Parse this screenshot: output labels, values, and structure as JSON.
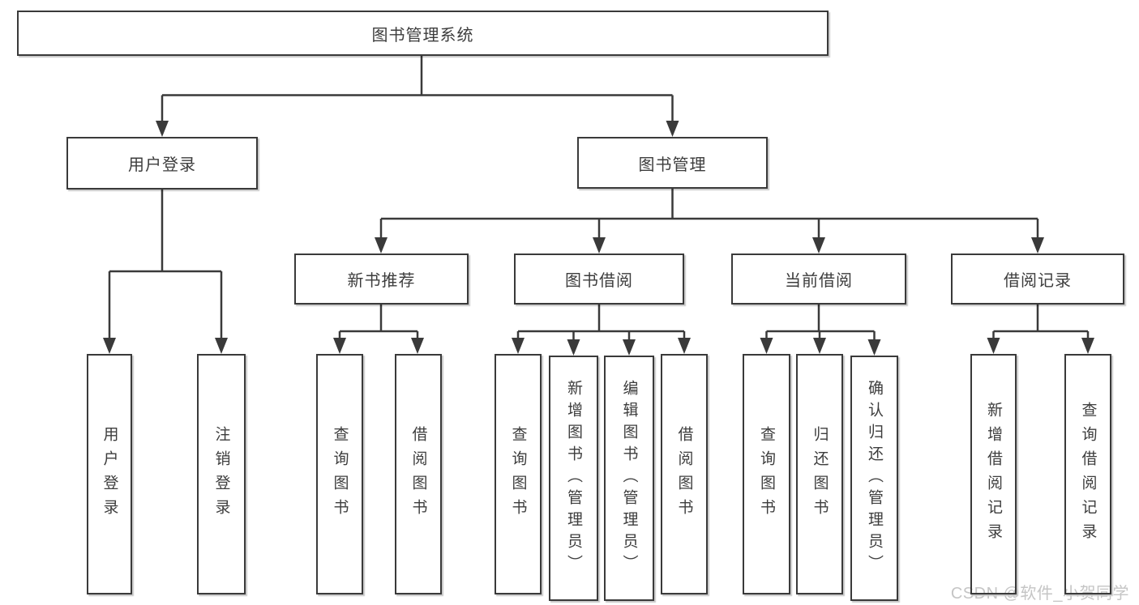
{
  "diagram": {
    "type": "hierarchy",
    "root": {
      "label": "图书管理系统",
      "children": [
        {
          "label": "用户登录",
          "children": [
            {
              "label": "用户登录"
            },
            {
              "label": "注销登录"
            }
          ]
        },
        {
          "label": "图书管理",
          "children": [
            {
              "label": "新书推荐",
              "children": [
                {
                  "label": "查询图书"
                },
                {
                  "label": "借阅图书"
                }
              ]
            },
            {
              "label": "图书借阅",
              "children": [
                {
                  "label": "查询图书"
                },
                {
                  "label": "新增图书（管理员）"
                },
                {
                  "label": "编辑图书（管理员）"
                },
                {
                  "label": "借阅图书"
                }
              ]
            },
            {
              "label": "当前借阅",
              "children": [
                {
                  "label": "查询图书"
                },
                {
                  "label": "归还图书"
                },
                {
                  "label": "确认归还（管理员）"
                }
              ]
            },
            {
              "label": "借阅记录",
              "children": [
                {
                  "label": "新增借阅记录"
                },
                {
                  "label": "查询借阅记录"
                }
              ]
            }
          ]
        }
      ]
    },
    "colors": {
      "line": "#3a3a3a",
      "box_border": "#3a3a3a",
      "text": "#3d3d3d",
      "watermark": "#c5c5c5",
      "background": "#ffffff"
    }
  },
  "watermark": {
    "text": "CSDN @软件_小贺同学"
  }
}
